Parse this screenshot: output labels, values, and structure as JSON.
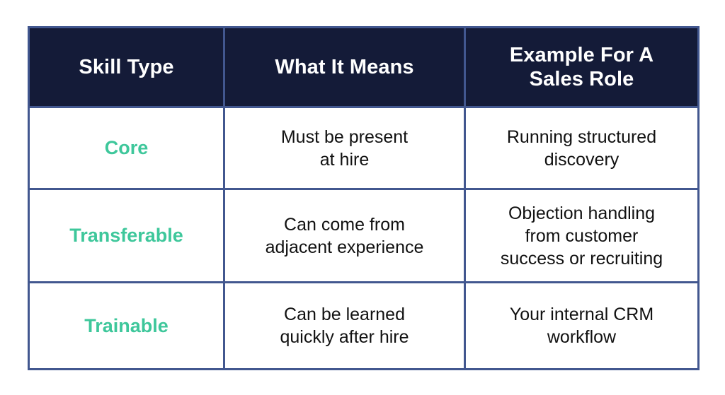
{
  "table": {
    "columns": [
      {
        "id": "skill-type",
        "header": "Skill Type"
      },
      {
        "id": "what-it-means",
        "header_lines": [
          "What It Means"
        ],
        "header": "What It Means"
      },
      {
        "id": "example-sales-role",
        "header_lines": [
          "Example For A",
          "Sales Role"
        ],
        "header": "Example For A Sales Role"
      }
    ],
    "rows": [
      {
        "id": "core",
        "skill_type": "Core",
        "what_it_means": "Must be present at hire",
        "what_it_means_lines": [
          "Must be present",
          "at hire"
        ],
        "example": "Running structured discovery",
        "example_lines": [
          "Running structured",
          "discovery"
        ]
      },
      {
        "id": "transferable",
        "skill_type": "Transferable",
        "what_it_means": "Can come from adjacent experience",
        "what_it_means_lines": [
          "Can come from",
          "adjacent experience"
        ],
        "example": "Objection handling from customer success or recruiting",
        "example_lines": [
          "Objection handling",
          "from customer",
          "success or recruiting"
        ]
      },
      {
        "id": "trainable",
        "skill_type": "Trainable",
        "what_it_means": "Can be learned quickly after hire",
        "what_it_means_lines": [
          "Can be learned",
          "quickly after hire"
        ],
        "example": "Your internal CRM workflow",
        "example_lines": [
          "Your internal CRM",
          "workflow"
        ]
      }
    ]
  },
  "colors": {
    "header_background": "#141b38",
    "header_text": "#ffffff",
    "border": "#42578f",
    "skill_accent": "#3ec79b",
    "body_text": "#111111",
    "page_background": "#ffffff"
  }
}
